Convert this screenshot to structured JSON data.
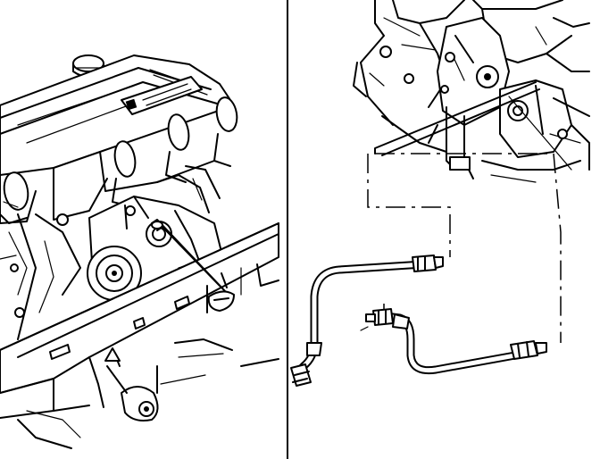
{
  "diagram": {
    "style": "monochrome line illustration",
    "colors": {
      "ink": "#000000",
      "paper": "#ffffff"
    },
    "panels": [
      {
        "id": "left",
        "subject": "engine-cylinder-head-and-frame-rail"
      },
      {
        "id": "right",
        "subject": "engine-block-with-hose-lines"
      }
    ]
  }
}
